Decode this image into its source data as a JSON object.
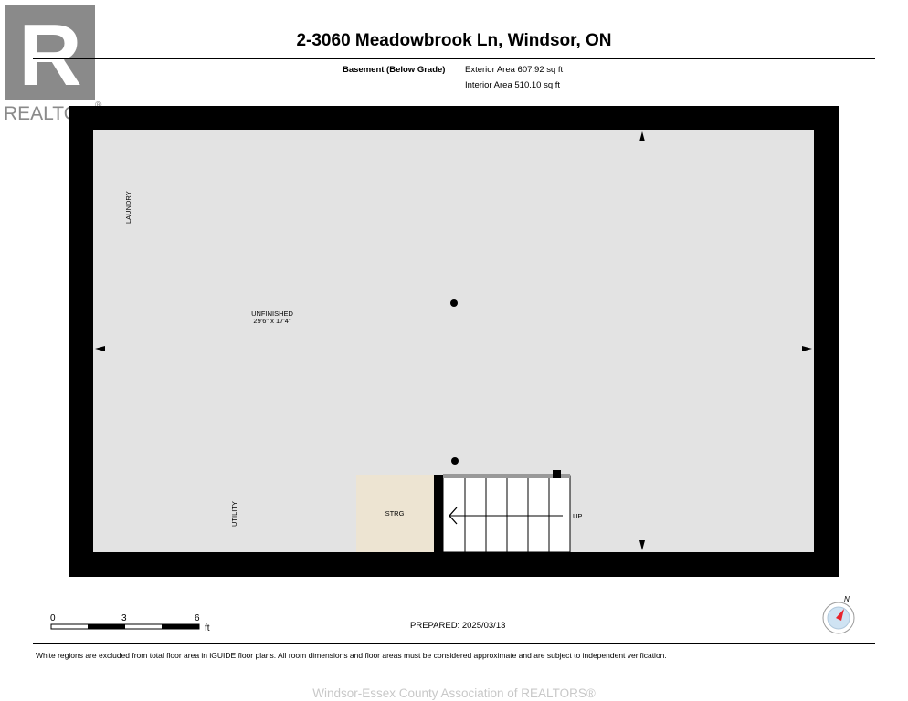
{
  "logo": {
    "wordmark": "REALTOR",
    "mark": "®",
    "letter": "R"
  },
  "title": "2-3060 Meadowbrook Ln, Windsor, ON",
  "summary": {
    "level": "Basement (Below Grade)",
    "exterior_area": "Exterior Area 607.92 sq ft",
    "interior_area": "Interior Area 510.10 sq ft"
  },
  "rooms": {
    "laundry": "LAUNDRY",
    "unfinished": "UNFINISHED",
    "unfinished_dims": "29'6\" x 17'4\"",
    "utility": "UTILITY",
    "storage": "STRG",
    "stairs": "UP"
  },
  "colors": {
    "wall": "#000000",
    "floor": "#e3e3e3",
    "storage": "#ede4d2",
    "compass_needle": "#e8232c",
    "compass_ring": "#cfe3f3",
    "watermark": "#c8c8c8"
  },
  "scale": {
    "zero": "0",
    "mid": "3",
    "max": "6",
    "unit": "ft"
  },
  "prepared": "PREPARED: 2025/03/13",
  "compass_label": "N",
  "disclaimer": "White regions are excluded from total floor area in iGUIDE floor plans. All room dimensions and floor areas must be considered approximate and are subject to independent verification.",
  "watermark": "Windsor-Essex County Association of REALTORS®"
}
